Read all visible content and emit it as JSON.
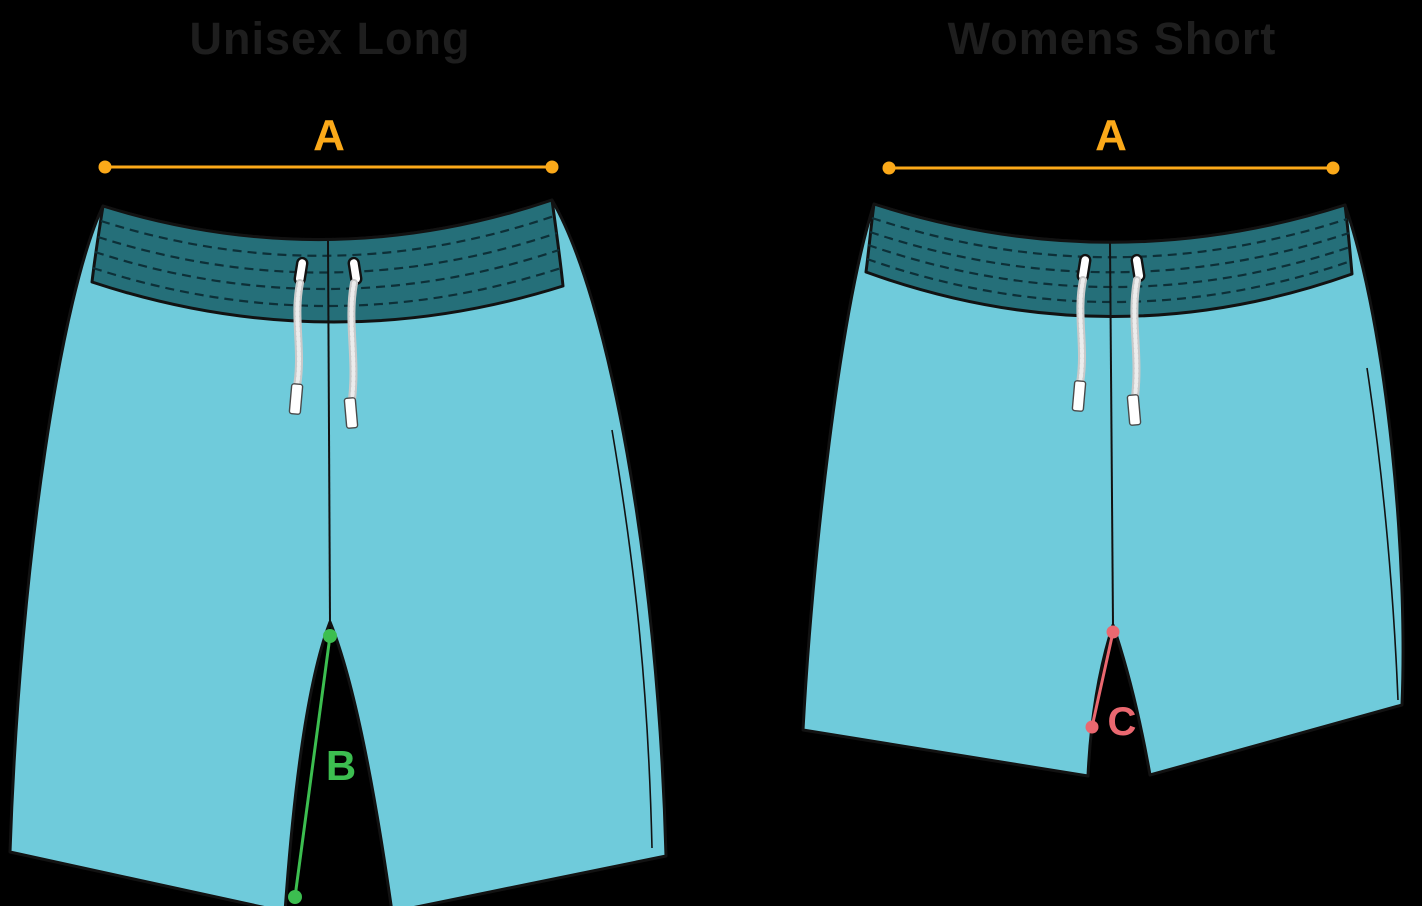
{
  "page": {
    "background_color": "#000000"
  },
  "colors": {
    "body": "#6FCBDB",
    "waistband": "#256F79",
    "outline": "#121212",
    "stitch": "#0D3038",
    "measure_a": "#FBA919",
    "measure_b": "#3CBE50",
    "measure_c": "#EA6870",
    "title": "#1E1E1E",
    "cord": "#C9C9C9",
    "cord_highlight": "#ECECEC",
    "aglet": "#FFFFFF",
    "bg": "#000000"
  },
  "panels": [
    {
      "title": "Unisex Long",
      "measurements": [
        {
          "label": "A"
        },
        {
          "label": "B"
        }
      ]
    },
    {
      "title": "Womens Short",
      "measurements": [
        {
          "label": "A"
        },
        {
          "label": "C"
        }
      ]
    }
  ]
}
